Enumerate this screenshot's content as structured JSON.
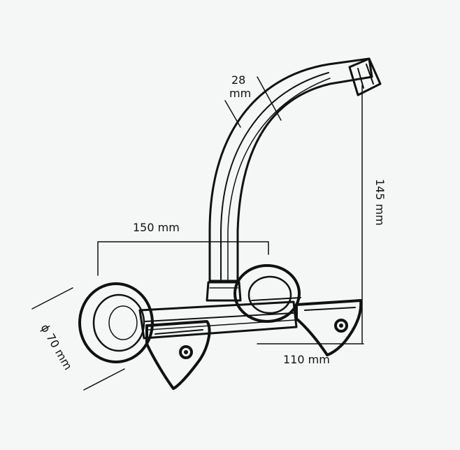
{
  "diagram": {
    "subject": "wall-mounted-faucet",
    "colors": {
      "background": "#f5f6f6",
      "ink": "#111111",
      "fill": "#ffffff"
    },
    "dimensions": {
      "spout_diameter": {
        "value": "28",
        "unit": "mm"
      },
      "center_distance": "150 mm",
      "spout_height": "145 mm",
      "spout_reach": "110 mm",
      "flange_diameter": "ϕ 70 mm"
    }
  }
}
